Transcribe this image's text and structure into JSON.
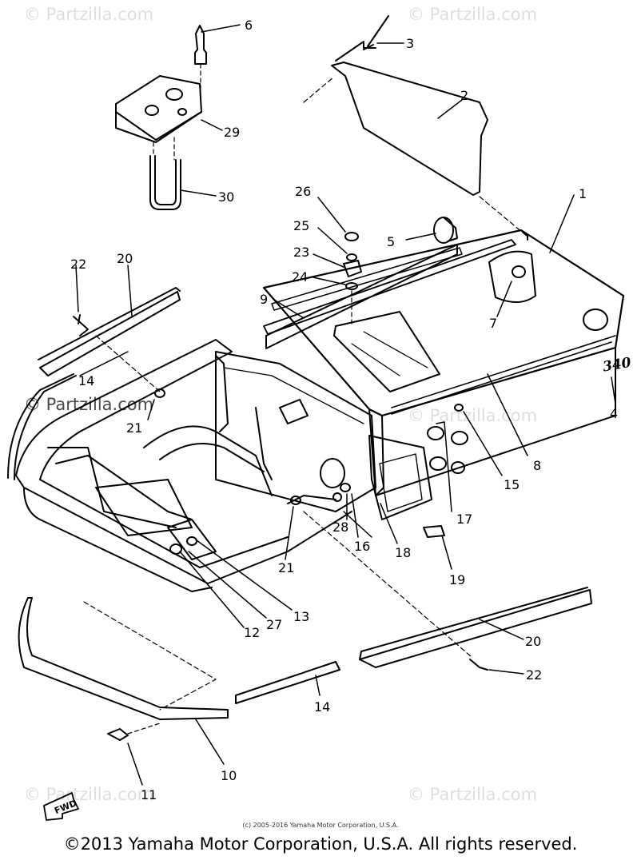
{
  "watermark": {
    "text": "© Partzilla.com"
  },
  "callouts": [
    "1",
    "2",
    "3",
    "4",
    "5",
    "6",
    "7",
    "8",
    "9",
    "10",
    "11",
    "12",
    "13",
    "14",
    "14",
    "15",
    "16",
    "17",
    "18",
    "19",
    "20",
    "20",
    "21",
    "21",
    "22",
    "22",
    "23",
    "24",
    "25",
    "26",
    "27",
    "28",
    "29",
    "30"
  ],
  "model_code": "340",
  "fwd_label": "FWD",
  "copyright_small": "(c) 2005-2016 Yamaha Motor Corporation, U.S.A.",
  "copyright_main": "©2013 Yamaha Motor Corporation, U.S.A. All rights reserved."
}
